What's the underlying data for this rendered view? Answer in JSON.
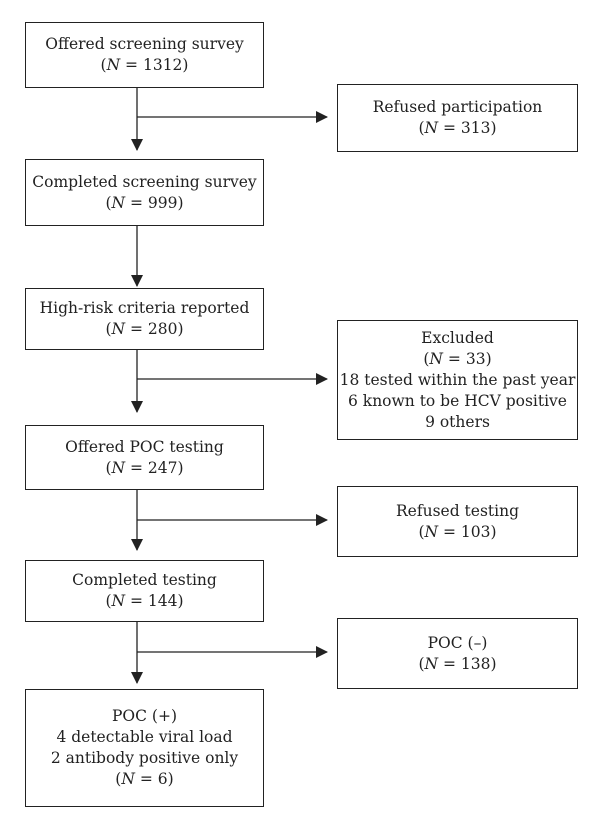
{
  "flow": {
    "offered_survey": {
      "title": "Offered screening survey",
      "n": "1312"
    },
    "refused_participation": {
      "title": "Refused participation",
      "n": "313"
    },
    "completed_survey": {
      "title": "Completed screening survey",
      "n": "999"
    },
    "high_risk": {
      "title": "High-risk criteria reported",
      "n": "280"
    },
    "excluded": {
      "title": "Excluded",
      "n": "33",
      "details": [
        "18 tested within the past year",
        "6 known to be HCV positive",
        "9 others"
      ]
    },
    "offered_poc": {
      "title": "Offered POC testing",
      "n": "247"
    },
    "refused_testing": {
      "title": "Refused testing",
      "n": "103"
    },
    "completed_testing": {
      "title": "Completed testing",
      "n": "144"
    },
    "poc_negative": {
      "title": "POC (–)",
      "n": "138"
    },
    "poc_positive": {
      "title": "POC (+)",
      "details": [
        "4 detectable viral load",
        "2 antibody positive only"
      ],
      "n": "6"
    }
  }
}
